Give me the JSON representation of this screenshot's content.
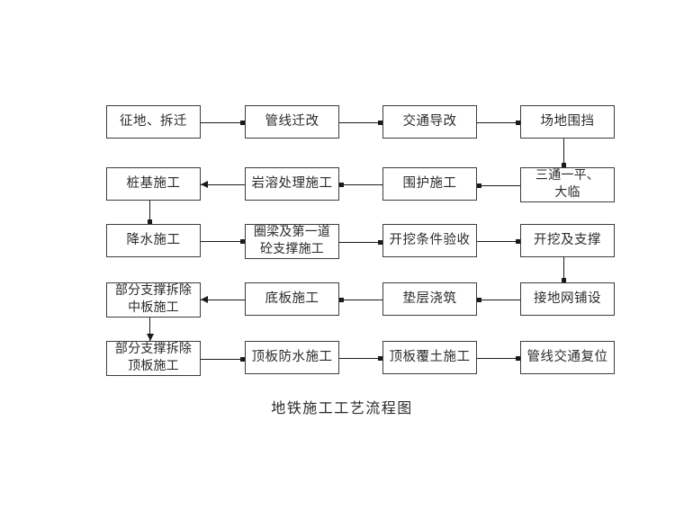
{
  "diagram": {
    "caption": "地铁施工工艺流程图",
    "nodes": [
      {
        "id": "n1",
        "label": "征地、拆迁",
        "row": 1,
        "col": 1
      },
      {
        "id": "n2",
        "label": "管线迁改",
        "row": 1,
        "col": 2
      },
      {
        "id": "n3",
        "label": "交通导改",
        "row": 1,
        "col": 3
      },
      {
        "id": "n4",
        "label": "场地围挡",
        "row": 1,
        "col": 4
      },
      {
        "id": "n5",
        "label": "三通一平、\n大临",
        "row": 2,
        "col": 4
      },
      {
        "id": "n6",
        "label": "围护施工",
        "row": 2,
        "col": 3
      },
      {
        "id": "n7",
        "label": "岩溶处理施工",
        "row": 2,
        "col": 2
      },
      {
        "id": "n8",
        "label": "桩基施工",
        "row": 2,
        "col": 1
      },
      {
        "id": "n9",
        "label": "降水施工",
        "row": 3,
        "col": 1
      },
      {
        "id": "n10",
        "label": "圈梁及第一道\n砼支撑施工",
        "row": 3,
        "col": 2
      },
      {
        "id": "n11",
        "label": "开挖条件验收",
        "row": 3,
        "col": 3
      },
      {
        "id": "n12",
        "label": "开挖及支撑",
        "row": 3,
        "col": 4
      },
      {
        "id": "n13",
        "label": "接地网铺设",
        "row": 4,
        "col": 4
      },
      {
        "id": "n14",
        "label": "垫层浇筑",
        "row": 4,
        "col": 3
      },
      {
        "id": "n15",
        "label": "底板施工",
        "row": 4,
        "col": 2
      },
      {
        "id": "n16",
        "label": "部分支撑拆除\n中板施工",
        "row": 4,
        "col": 1
      },
      {
        "id": "n17",
        "label": "部分支撑拆除\n顶板施工",
        "row": 5,
        "col": 1
      },
      {
        "id": "n18",
        "label": "顶板防水施工",
        "row": 5,
        "col": 2
      },
      {
        "id": "n19",
        "label": "顶板覆土施工",
        "row": 5,
        "col": 3
      },
      {
        "id": "n20",
        "label": "管线交通复位",
        "row": 5,
        "col": 4
      }
    ],
    "edges": [
      {
        "from": "n1",
        "to": "n2",
        "dir": "right"
      },
      {
        "from": "n2",
        "to": "n3",
        "dir": "right"
      },
      {
        "from": "n3",
        "to": "n4",
        "dir": "right"
      },
      {
        "from": "n4",
        "to": "n5",
        "dir": "down"
      },
      {
        "from": "n5",
        "to": "n6",
        "dir": "left"
      },
      {
        "from": "n6",
        "to": "n7",
        "dir": "left"
      },
      {
        "from": "n7",
        "to": "n8",
        "dir": "left"
      },
      {
        "from": "n8",
        "to": "n9",
        "dir": "down"
      },
      {
        "from": "n9",
        "to": "n10",
        "dir": "right"
      },
      {
        "from": "n10",
        "to": "n11",
        "dir": "right"
      },
      {
        "from": "n11",
        "to": "n12",
        "dir": "right"
      },
      {
        "from": "n12",
        "to": "n13",
        "dir": "down"
      },
      {
        "from": "n13",
        "to": "n14",
        "dir": "left"
      },
      {
        "from": "n14",
        "to": "n15",
        "dir": "left"
      },
      {
        "from": "n15",
        "to": "n16",
        "dir": "left"
      },
      {
        "from": "n16",
        "to": "n17",
        "dir": "down"
      },
      {
        "from": "n17",
        "to": "n18",
        "dir": "right"
      },
      {
        "from": "n18",
        "to": "n19",
        "dir": "right"
      },
      {
        "from": "n19",
        "to": "n20",
        "dir": "right"
      }
    ],
    "colors": {
      "box_border": "#3c3c3c",
      "connector": "#1a1a1a",
      "text": "#2a2a2a",
      "background": "#ffffff"
    }
  }
}
